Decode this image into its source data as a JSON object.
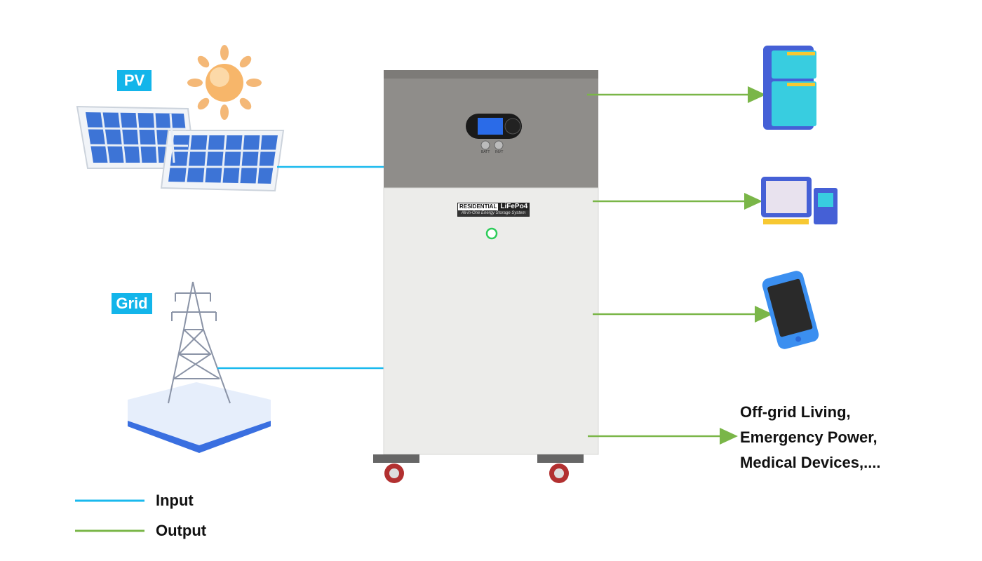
{
  "labels": {
    "pv": "PV",
    "grid": "Grid"
  },
  "legend": [
    {
      "label": "Input",
      "color": "#1ab9ee"
    },
    {
      "label": "Output",
      "color": "#7ab648"
    }
  ],
  "device": {
    "brand_left": "RESIDENTIAL",
    "brand_right": "LiFePo4",
    "subtitle": "All-in-One Energy Storage System",
    "button_left": "BATT",
    "button_right": "INVT"
  },
  "applications": [
    "Off-grid Living,",
    "Emergency Power,",
    "Medical Devices,...."
  ],
  "colors": {
    "input": "#1ab9ee",
    "output": "#7ab648",
    "tag": "#13b5ea"
  }
}
